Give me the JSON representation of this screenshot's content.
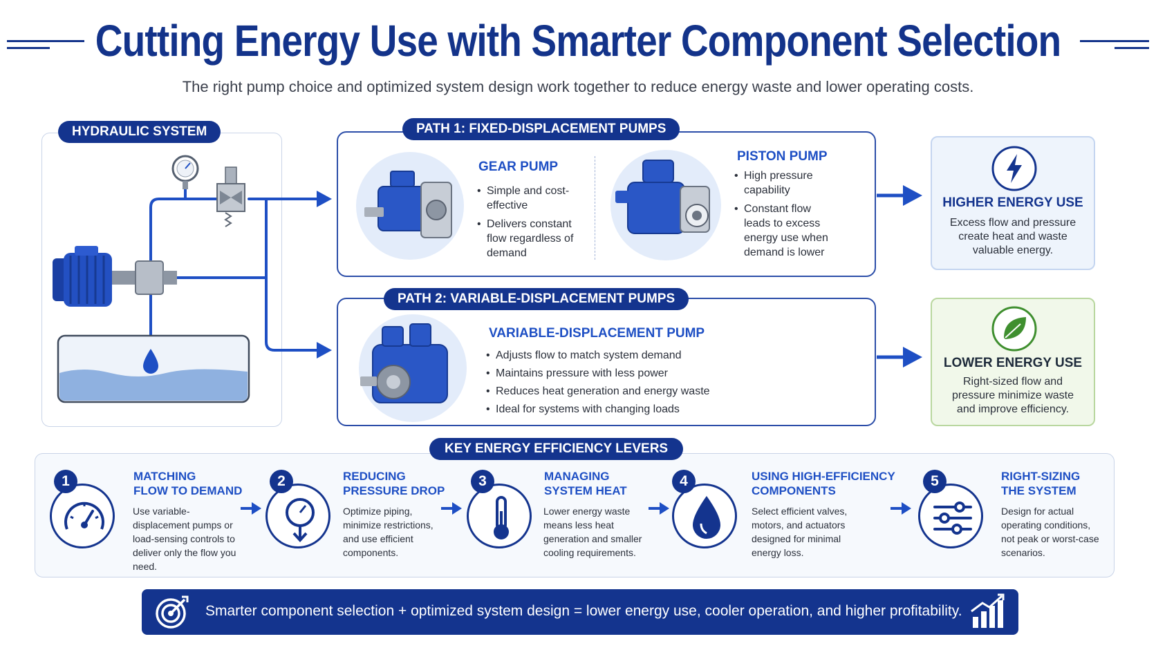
{
  "header": {
    "title": "Cutting Energy Use with Smarter Component Selection",
    "subtitle": "The right pump choice and optimized system design work together to reduce energy waste and lower operating costs."
  },
  "system": {
    "tag": "HYDRAULIC SYSTEM"
  },
  "path1": {
    "tag": "PATH 1: FIXED-DISPLACEMENT PUMPS",
    "gear": {
      "heading": "GEAR PUMP",
      "bullets": [
        "Simple and cost-effective",
        "Delivers constant flow regardless of demand"
      ]
    },
    "piston": {
      "heading": "PISTON PUMP",
      "bullets": [
        "High pressure capability",
        "Constant flow leads to excess energy use when demand is lower"
      ]
    }
  },
  "path2": {
    "tag": "PATH 2: VARIABLE-DISPLACEMENT PUMPS",
    "heading": "VARIABLE-DISPLACEMENT PUMP",
    "bullets": [
      "Adjusts flow to match system demand",
      "Maintains pressure with less power",
      "Reduces heat generation and energy waste",
      "Ideal for systems with changing loads"
    ]
  },
  "results": {
    "higher": {
      "heading": "HIGHER ENERGY USE",
      "text": "Excess flow and pressure create heat and waste valuable energy."
    },
    "lower": {
      "heading": "LOWER ENERGY USE",
      "text": "Right-sized flow and pressure minimize waste and improve efficiency."
    }
  },
  "levers": {
    "tag": "KEY ENERGY EFFICIENCY LEVERS",
    "items": [
      {
        "num": "1",
        "heading_l1": "MATCHING",
        "heading_l2": "FLOW TO DEMAND",
        "text": "Use variable-displacement pumps or load-sensing controls to deliver only the flow you need.",
        "icon": "gauge-icon"
      },
      {
        "num": "2",
        "heading_l1": "REDUCING",
        "heading_l2": "PRESSURE DROP",
        "text": "Optimize piping, minimize restrictions, and use efficient components.",
        "icon": "pressure-gauge-down-icon"
      },
      {
        "num": "3",
        "heading_l1": "MANAGING",
        "heading_l2": "SYSTEM HEAT",
        "text": "Lower energy waste means less heat generation and smaller cooling requirements.",
        "icon": "thermometer-icon"
      },
      {
        "num": "4",
        "heading_l1": "USING HIGH-EFFICIENCY",
        "heading_l2": "COMPONENTS",
        "text": "Select efficient valves, motors, and actuators designed for minimal energy loss.",
        "icon": "droplet-icon"
      },
      {
        "num": "5",
        "heading_l1": "RIGHT-SIZING",
        "heading_l2": "THE SYSTEM",
        "text": "Design for actual operating conditions, not peak or worst-case scenarios.",
        "icon": "sliders-icon"
      }
    ]
  },
  "banner": {
    "text": "Smarter component selection + optimized system design = lower energy use, cooler operation, and higher profitability."
  },
  "colors": {
    "navy": "#14348e",
    "accent": "#1e4fc4",
    "green": "#3f8f2f",
    "light_blue": "#eaf1fb",
    "light_green": "#f1f8ea"
  }
}
